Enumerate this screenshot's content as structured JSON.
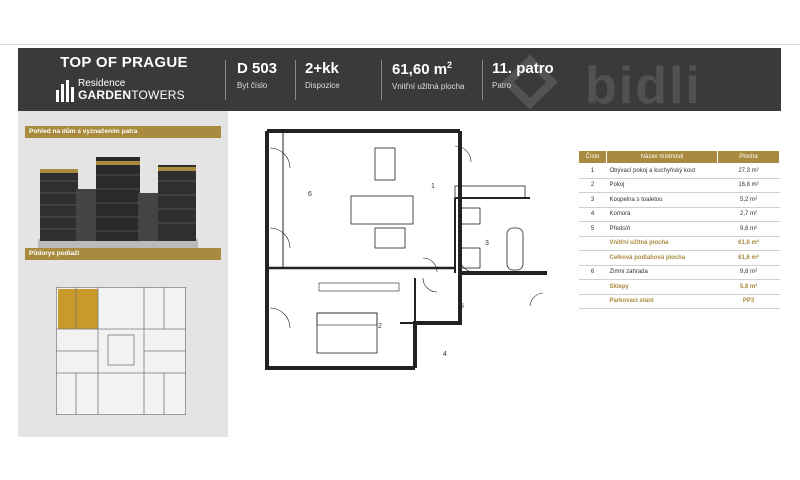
{
  "header": {
    "brand_title": "TOP OF PRAGUE",
    "logo_residence": "Residence",
    "logo_garden": "GARDEN",
    "logo_towers": "TOWERS",
    "unit_id": "D 503",
    "unit_id_label": "Byt číslo",
    "layout": "2+kk",
    "layout_label": "Dispozice",
    "area_value": "61,60 m",
    "area_exp": "2",
    "area_label": "Vnitřní užitná plocha",
    "floor": "11. patro",
    "floor_label": "Patro",
    "watermark": "bidli"
  },
  "left_panel": {
    "building_view_label": "Pohled na dům s vyznačením patra",
    "floor_plan_label": "Půdorys podlaží"
  },
  "plan_labels": {
    "r1": "1",
    "r2": "2",
    "r3": "3",
    "r4": "4",
    "r5": "5",
    "r6": "6"
  },
  "table": {
    "headers": {
      "num": "Číslo",
      "name": "Název místnosti",
      "area": "Plocha"
    },
    "rows": [
      {
        "num": "1",
        "name": "Obývací pokoj a kuchyňský kout",
        "area": "27,3 m²"
      },
      {
        "num": "2",
        "name": "Pokoj",
        "area": "16,8 m²"
      },
      {
        "num": "3",
        "name": "Koupelna s toaletou",
        "area": "5,2 m²"
      },
      {
        "num": "4",
        "name": "Komora",
        "area": "2,7 m²"
      },
      {
        "num": "5",
        "name": "Předsíň",
        "area": "9,6 m²"
      },
      {
        "num": "",
        "name": "Vnitřní užitná plocha",
        "area": "61,6 m²"
      },
      {
        "num": "",
        "name": "Celková podlahová plocha",
        "area": "61,6 m²"
      },
      {
        "num": "6",
        "name": "Zimní zahrada",
        "area": "9,8 m²"
      },
      {
        "num": "",
        "name": "Sklepy",
        "area": "5,8 m²"
      },
      {
        "num": "",
        "name": "Parkovací stání",
        "area": "PP3"
      }
    ]
  },
  "colors": {
    "header_bg": "#3a3a3a",
    "accent_gold": "#a98a3e",
    "panel_bg": "#e4e4e4"
  }
}
